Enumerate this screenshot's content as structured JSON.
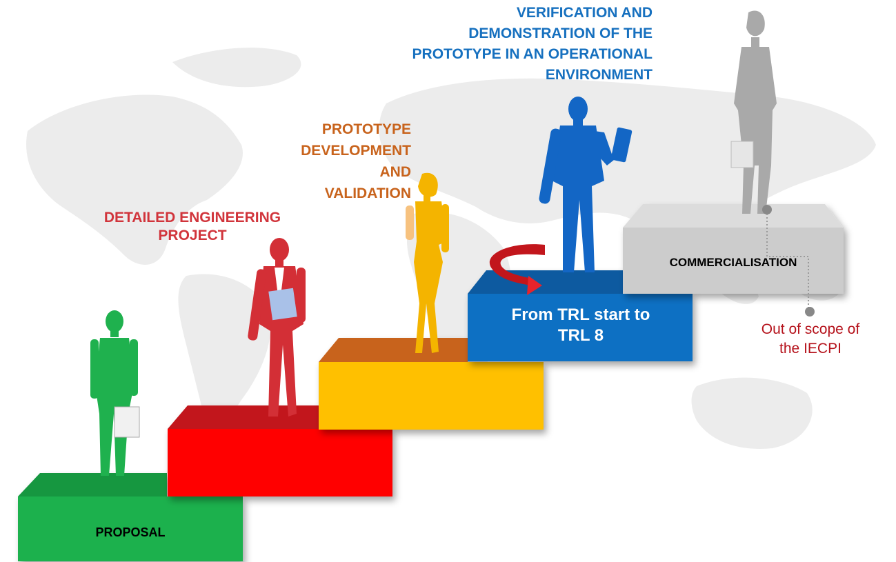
{
  "diagram": {
    "stages": [
      {
        "id": "proposal",
        "step_label": "PROPOSAL",
        "color": "#1aab4b"
      },
      {
        "id": "engineering",
        "title": "DETAILED ENGINEERING PROJECT",
        "title_lines": [
          "DETAILED ENGINEERING",
          "PROJECT"
        ],
        "color": "#e8232b"
      },
      {
        "id": "prototype",
        "title": "PROTOTYPE DEVELOPMENT AND VALIDATION",
        "title_lines": [
          "PROTOTYPE",
          "DEVELOPMENT AND",
          "VALIDATION"
        ],
        "color": "#c8631c"
      },
      {
        "id": "verification",
        "title": "VERIFICATION AND DEMONSTRATION OF THE PROTOTYPE IN AN OPERATIONAL ENVIRONMENT",
        "title_lines": [
          "VERIFICATION AND",
          "DEMONSTRATION OF THE",
          "PROTOTYPE IN AN OPERATIONAL",
          "ENVIRONMENT"
        ],
        "color": "#0f6fc1"
      },
      {
        "id": "commercialisation",
        "step_label": "COMMERCIALISATION",
        "color": "#bdbdbd"
      }
    ],
    "trl_box": {
      "lines": [
        "From TRL start to",
        "TRL 8"
      ]
    },
    "scope_note": {
      "lines": [
        "Out of scope of",
        "the IECPI"
      ],
      "color": "#b5121b"
    }
  }
}
